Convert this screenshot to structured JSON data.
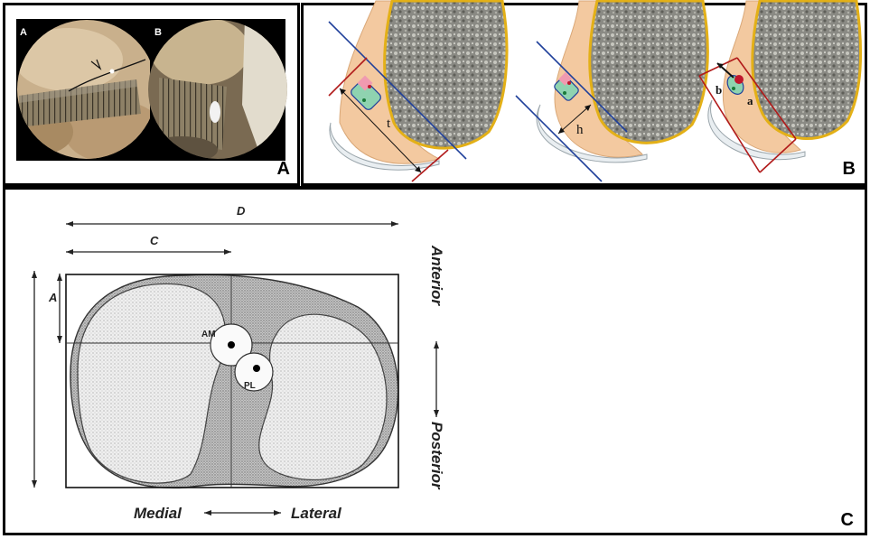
{
  "panel_a": {
    "corner_label": "A",
    "photos": [
      {
        "label": "A"
      },
      {
        "label": "B"
      }
    ]
  },
  "panel_b": {
    "corner_label": "B",
    "diagrams": [
      {
        "measure_label": "t"
      },
      {
        "measure_label": "h"
      },
      {
        "measure_label_b": "b",
        "measure_label_a": "a"
      }
    ],
    "colors": {
      "tunnel_line": "#1f3f9a",
      "bound_line": "#b11a1a",
      "bone_outline": "#e3b017",
      "cartilage": "#f3c9a0"
    }
  },
  "panel_c": {
    "corner_label": "C",
    "dimension_labels": {
      "d": "D",
      "c": "C",
      "a": "A"
    },
    "bundles": {
      "am": "AM",
      "pl": "PL"
    },
    "directions": {
      "anterior": "Anterior",
      "posterior": "Posterior",
      "medial": "Medial",
      "lateral": "Lateral"
    }
  }
}
